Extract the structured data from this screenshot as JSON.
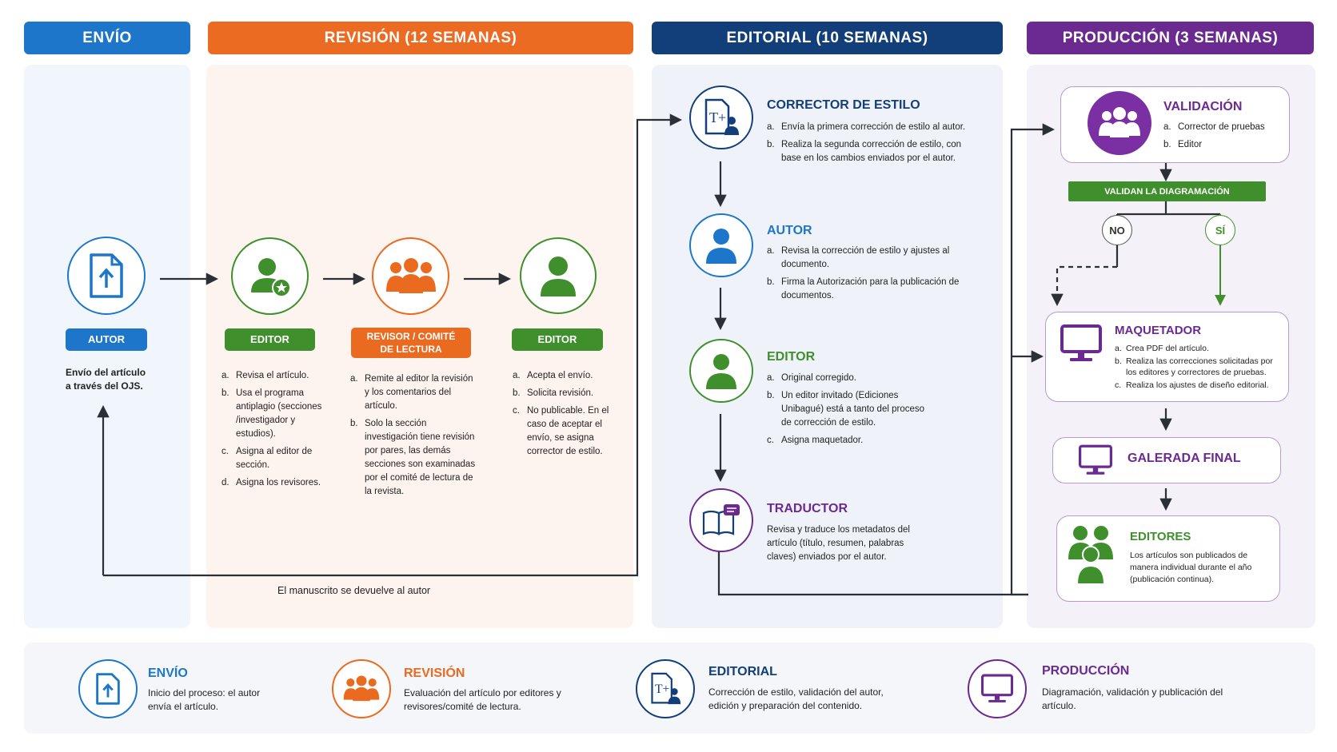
{
  "headers": {
    "envio": "ENVÍO",
    "revision": "REVISIÓN (12 SEMANAS)",
    "editorial": "EDITORIAL  (10 SEMANAS)",
    "produccion": "PRODUCCIÓN (3 SEMANAS)"
  },
  "envio": {
    "label": "AUTOR",
    "text": "Envío del artículo a través del OJS."
  },
  "revision": {
    "editor1": {
      "label": "EDITOR",
      "items": [
        {
          "m": "a.",
          "t": "Revisa el artículo."
        },
        {
          "m": "b.",
          "t": "Usa el programa antiplagio (secciones /investigador y estudios)."
        },
        {
          "m": "c.",
          "t": "Asigna al editor de sección."
        },
        {
          "m": "d.",
          "t": "Asigna los revisores."
        }
      ]
    },
    "revisor": {
      "label": "REVISOR / COMITÉ DE LECTURA",
      "items": [
        {
          "m": "a.",
          "t": "Remite al editor la revisión y los comentarios del artículo."
        },
        {
          "m": "b.",
          "t": "Solo la sección investigación tiene revisión por pares, las demás secciones son examinadas por el comité de lectura de la revista."
        }
      ]
    },
    "editor2": {
      "label": "EDITOR",
      "items": [
        {
          "m": "a.",
          "t": "Acepta el envío."
        },
        {
          "m": "b.",
          "t": "Solicita revisión."
        },
        {
          "m": "c.",
          "t": "No publicable. En el caso de aceptar el envío, se asigna corrector de estilo."
        }
      ]
    },
    "return_note": "El manuscrito se devuelve al autor"
  },
  "editorial": {
    "corrector": {
      "title": "CORRECTOR DE ESTILO",
      "items": [
        {
          "m": "a.",
          "t": "Envía la primera corrección de estilo al autor."
        },
        {
          "m": "b.",
          "t": "Realiza la segunda corrección de estilo, con base en los cambios enviados por el autor."
        }
      ]
    },
    "autor": {
      "title": "AUTOR",
      "items": [
        {
          "m": "a.",
          "t": "Revisa la corrección de estilo y ajustes al documento."
        },
        {
          "m": "b.",
          "t": "Firma la Autorización para la publicación de documentos."
        }
      ]
    },
    "editor": {
      "title": "EDITOR",
      "items": [
        {
          "m": "a.",
          "t": "Original corregido."
        },
        {
          "m": "b.",
          "t": "Un editor invitado (Ediciones Unibagué) está a tanto del proceso de corrección de estilo."
        },
        {
          "m": "c.",
          "t": "Asigna maquetador."
        }
      ]
    },
    "traductor": {
      "title": "TRADUCTOR",
      "text": "Revisa y traduce los metadatos del artículo (título, resumen, palabras claves) enviados por el autor."
    }
  },
  "produccion": {
    "validacion": {
      "title": "VALIDACIÓN",
      "items": [
        {
          "m": "a.",
          "t": "Corrector de pruebas"
        },
        {
          "m": "b.",
          "t": "Editor"
        }
      ]
    },
    "validan": "VALIDAN LA DIAGRAMACIÓN",
    "no": "NO",
    "si": "SÍ",
    "maquetador": {
      "title": "MAQUETADOR",
      "items": [
        {
          "m": "a.",
          "t": "Crea PDF del artículo."
        },
        {
          "m": "b.",
          "t": "Realiza las correcciones solicitadas por los editores y correctores de pruebas."
        },
        {
          "m": "c.",
          "t": "Realiza los ajustes de diseño editorial."
        }
      ]
    },
    "galerada": "GALERADA FINAL",
    "editores": {
      "title": "EDITORES",
      "text": "Los artículos son publicados de manera individual durante el año (publicación continua)."
    }
  },
  "legend": {
    "envio": {
      "title": "ENVÍO",
      "text": "Inicio del proceso: el autor envía el artículo."
    },
    "revision": {
      "title": "REVISIÓN",
      "text": "Evaluación del artículo por editores y revisores/comité de lectura."
    },
    "editorial": {
      "title": "EDITORIAL",
      "text": "Corrección de estilo, validación del autor, edición y preparación del contenido."
    },
    "produccion": {
      "title": "PRODUCCIÓN",
      "text": "Diagramación, validación y publicación del artículo."
    }
  },
  "colors": {
    "blue": "#1a73c7",
    "orange": "#ea6a20",
    "navy": "#123f7a",
    "purple": "#6b2a90",
    "green": "#3f8f2c"
  }
}
